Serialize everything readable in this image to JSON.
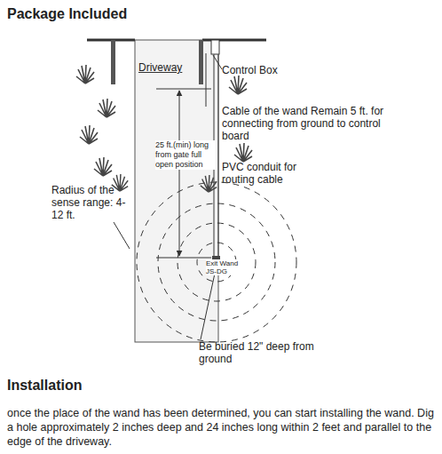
{
  "diagram": {
    "title": "Package Included",
    "nodes": [
      {
        "text": [
          "Driveway"
        ]
      }
    ],
    "labels": [
      "Control Box",
      "Cable of the wand Remain 5 ft. for connecting from ground to control board",
      "25 ft.(min) long from gate full open position",
      "PVC conduit for routing cable",
      "Radius of the sense range: 4-12 ft.",
      "Exit Wand JS-DG",
      "Be buried 12\" deep from ground",
      "Installation",
      "once the place of the wand has been determined, you can start installing the wand. Dig a hole approximately 2 inches deep and 24 inches long within 2 feet and parallel to the edge of the driveway."
    ]
  }
}
